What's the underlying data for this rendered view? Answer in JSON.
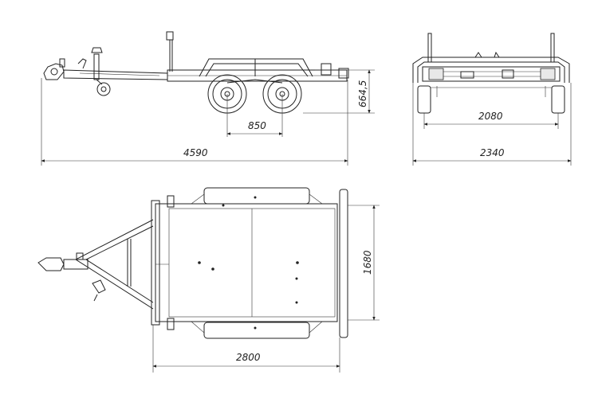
{
  "drawing": {
    "views": [
      "side-view",
      "front-view",
      "top-view"
    ],
    "dimensions": {
      "axle_spacing": "850",
      "height": "664,5",
      "overall_length": "4590",
      "track_width": "2080",
      "overall_width": "2340",
      "platform_width": "1680",
      "platform_length": "2800"
    }
  }
}
